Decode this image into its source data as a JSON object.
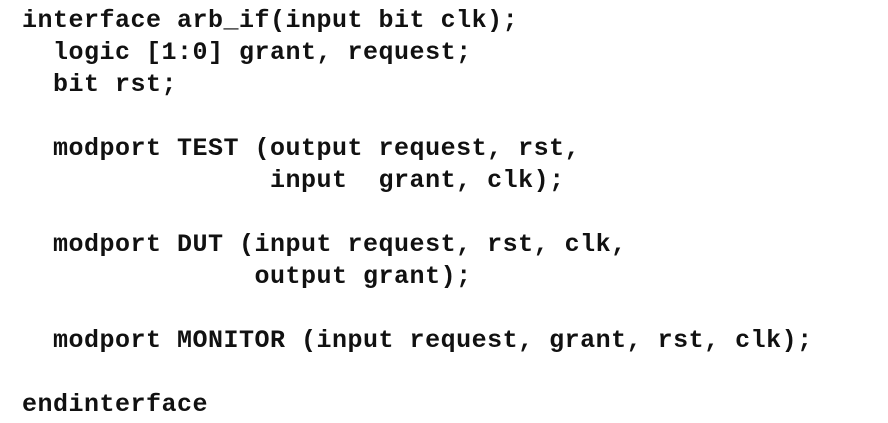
{
  "code": {
    "lines": [
      "interface arb_if(input bit clk);",
      "  logic [1:0] grant, request;",
      "  bit rst;",
      "",
      "  modport TEST (output request, rst,",
      "                input  grant, clk);",
      "",
      "  modport DUT (input request, rst, clk,",
      "               output grant);",
      "",
      "  modport MONITOR (input request, grant, rst, clk);",
      "",
      "endinterface"
    ]
  }
}
